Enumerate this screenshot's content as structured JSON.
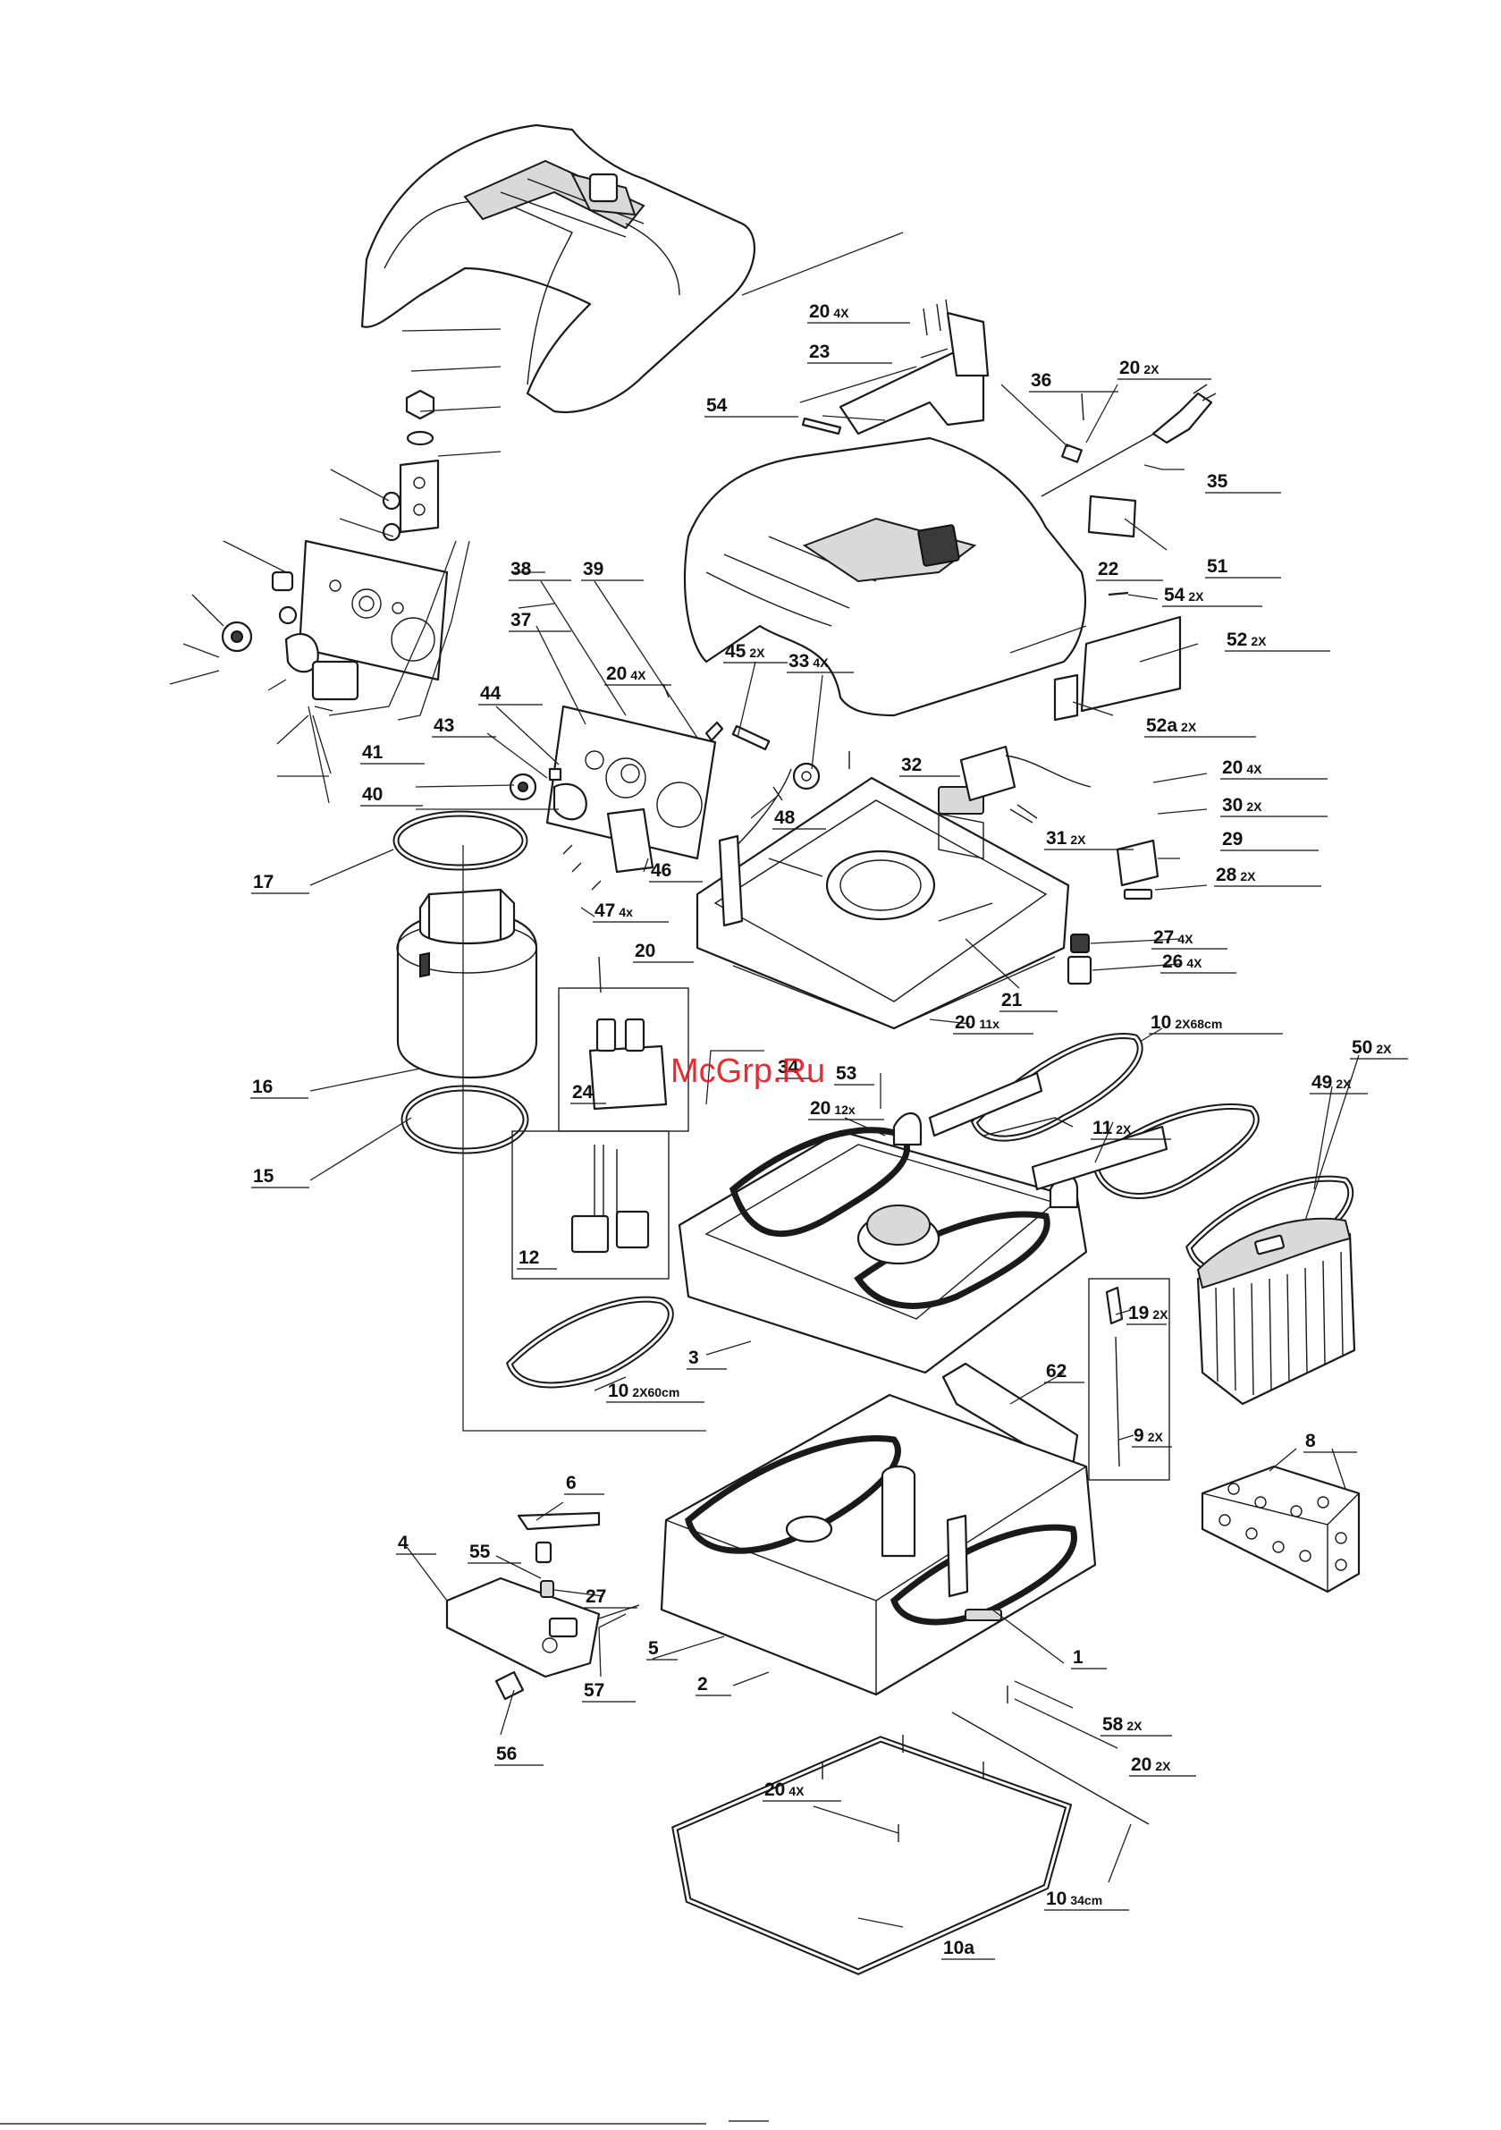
{
  "watermark": "McGrp.Ru",
  "labels": [
    {
      "id": "20-a",
      "num": "20",
      "suffix": "4X"
    },
    {
      "id": "23",
      "num": "23",
      "suffix": ""
    },
    {
      "id": "54-a",
      "num": "54",
      "suffix": ""
    },
    {
      "id": "36",
      "num": "36",
      "suffix": ""
    },
    {
      "id": "20-b",
      "num": "20",
      "suffix": "2X"
    },
    {
      "id": "35",
      "num": "35",
      "suffix": ""
    },
    {
      "id": "51",
      "num": "51",
      "suffix": ""
    },
    {
      "id": "22",
      "num": "22",
      "suffix": ""
    },
    {
      "id": "54-b",
      "num": "54",
      "suffix": "2X"
    },
    {
      "id": "52",
      "num": "52",
      "suffix": "2X"
    },
    {
      "id": "52a",
      "num": "52a",
      "suffix": "2X"
    },
    {
      "id": "38",
      "num": "38",
      "suffix": ""
    },
    {
      "id": "39",
      "num": "39",
      "suffix": ""
    },
    {
      "id": "37",
      "num": "37",
      "suffix": ""
    },
    {
      "id": "45",
      "num": "45",
      "suffix": "2X"
    },
    {
      "id": "33",
      "num": "33",
      "suffix": "4X"
    },
    {
      "id": "20-c",
      "num": "20",
      "suffix": "4X"
    },
    {
      "id": "44",
      "num": "44",
      "suffix": ""
    },
    {
      "id": "43",
      "num": "43",
      "suffix": ""
    },
    {
      "id": "41",
      "num": "41",
      "suffix": ""
    },
    {
      "id": "40",
      "num": "40",
      "suffix": ""
    },
    {
      "id": "32",
      "num": "32",
      "suffix": ""
    },
    {
      "id": "20-d",
      "num": "20",
      "suffix": "4X"
    },
    {
      "id": "30",
      "num": "30",
      "suffix": "2X"
    },
    {
      "id": "31",
      "num": "31",
      "suffix": "2X"
    },
    {
      "id": "29",
      "num": "29",
      "suffix": ""
    },
    {
      "id": "48",
      "num": "48",
      "suffix": ""
    },
    {
      "id": "46",
      "num": "46",
      "suffix": ""
    },
    {
      "id": "28",
      "num": "28",
      "suffix": "2X"
    },
    {
      "id": "17",
      "num": "17",
      "suffix": ""
    },
    {
      "id": "47",
      "num": "47",
      "suffix": "4x"
    },
    {
      "id": "27-a",
      "num": "27",
      "suffix": "4X"
    },
    {
      "id": "20-e",
      "num": "20",
      "suffix": ""
    },
    {
      "id": "26",
      "num": "26",
      "suffix": "4X"
    },
    {
      "id": "21",
      "num": "21",
      "suffix": ""
    },
    {
      "id": "20-f",
      "num": "20",
      "suffix": "11x"
    },
    {
      "id": "10-a",
      "num": "10",
      "suffix": "2X68cm"
    },
    {
      "id": "50",
      "num": "50",
      "suffix": "2X"
    },
    {
      "id": "16",
      "num": "16",
      "suffix": ""
    },
    {
      "id": "24",
      "num": "24",
      "suffix": ""
    },
    {
      "id": "34",
      "num": "34",
      "suffix": ""
    },
    {
      "id": "53",
      "num": "53",
      "suffix": ""
    },
    {
      "id": "49",
      "num": "49",
      "suffix": "2X"
    },
    {
      "id": "20-g",
      "num": "20",
      "suffix": "12x"
    },
    {
      "id": "11",
      "num": "11",
      "suffix": "2X"
    },
    {
      "id": "15",
      "num": "15",
      "suffix": ""
    },
    {
      "id": "12",
      "num": "12",
      "suffix": ""
    },
    {
      "id": "19",
      "num": "19",
      "suffix": "2X"
    },
    {
      "id": "3",
      "num": "3",
      "suffix": ""
    },
    {
      "id": "62",
      "num": "62",
      "suffix": ""
    },
    {
      "id": "10-b",
      "num": "10",
      "suffix": "2X60cm"
    },
    {
      "id": "9",
      "num": "9",
      "suffix": "2X"
    },
    {
      "id": "8",
      "num": "8",
      "suffix": ""
    },
    {
      "id": "6",
      "num": "6",
      "suffix": ""
    },
    {
      "id": "4",
      "num": "4",
      "suffix": ""
    },
    {
      "id": "55",
      "num": "55",
      "suffix": ""
    },
    {
      "id": "27-b",
      "num": "27",
      "suffix": ""
    },
    {
      "id": "5",
      "num": "5",
      "suffix": ""
    },
    {
      "id": "1",
      "num": "1",
      "suffix": ""
    },
    {
      "id": "57",
      "num": "57",
      "suffix": ""
    },
    {
      "id": "2",
      "num": "2",
      "suffix": ""
    },
    {
      "id": "58",
      "num": "58",
      "suffix": "2X"
    },
    {
      "id": "56",
      "num": "56",
      "suffix": ""
    },
    {
      "id": "20-h",
      "num": "20",
      "suffix": "2X"
    },
    {
      "id": "20-i",
      "num": "20",
      "suffix": "4X"
    },
    {
      "id": "10-c",
      "num": "10",
      "suffix": "34cm"
    },
    {
      "id": "10a",
      "num": "10a",
      "suffix": ""
    }
  ]
}
